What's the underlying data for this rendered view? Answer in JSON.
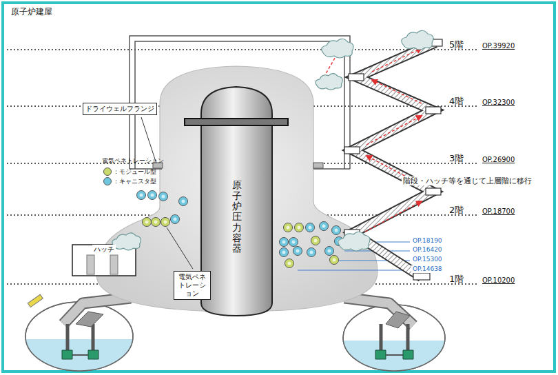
{
  "diagram": {
    "title": "原子炉建屋",
    "nodes": [
      {
        "text": [
          "ドライウェルフランジ"
        ]
      },
      {
        "text": [
          "原子炉圧力容器"
        ]
      },
      {
        "text": [
          "ハッチ"
        ]
      },
      {
        "text": [
          "電気ペネ トレーション"
        ]
      }
    ],
    "labels": [
      "5階",
      "4階",
      "3階",
      "2階",
      "1階",
      "OP.39920",
      "OP.32300",
      "OP.26900",
      "OP.18700",
      "OP.10200",
      "電気ペネトレーション",
      "階段・ハッチ等を通じて上層階に移行",
      "OP.18190",
      "OP.16420",
      "OP.15300",
      "OP.14638"
    ],
    "legend": [
      {
        "text": "：モジュール型",
        "color": "#c9d96a"
      },
      {
        "text": "：キャニスタ型",
        "color": "#6ec6df"
      }
    ]
  }
}
